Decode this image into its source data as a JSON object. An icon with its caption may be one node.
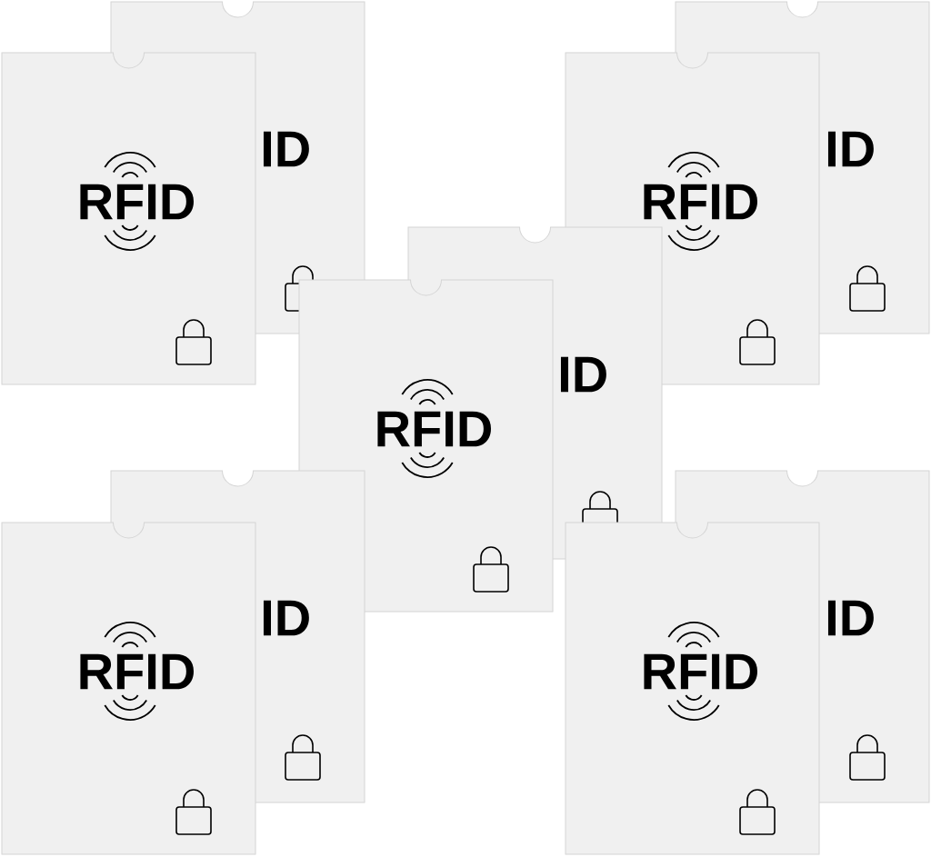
{
  "diagram": {
    "labels": [
      "ID",
      "ID",
      "RFID",
      "RFID",
      "ID",
      "RFID",
      "ID",
      "ID",
      "RFID",
      "RFID"
    ]
  }
}
